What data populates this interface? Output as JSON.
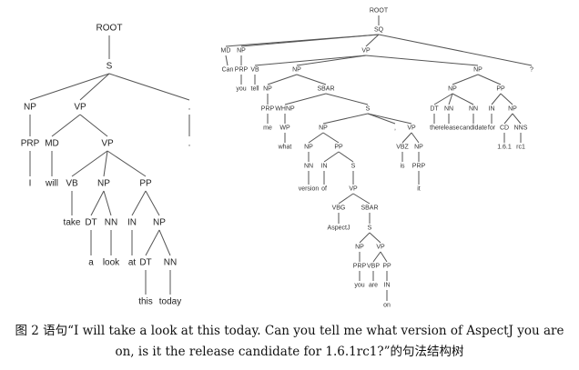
{
  "tree1": {
    "nodes": [
      {
        "id": "root",
        "label": "ROOT"
      },
      {
        "id": "s",
        "label": "S"
      },
      {
        "id": "np1",
        "label": "NP"
      },
      {
        "id": "vp1",
        "label": "VP"
      },
      {
        "id": "dot1",
        "label": "."
      },
      {
        "id": "prp1",
        "label": "PRP"
      },
      {
        "id": "md1",
        "label": "MD"
      },
      {
        "id": "vp2",
        "label": "VP"
      },
      {
        "id": "dot1w",
        "label": "."
      },
      {
        "id": "i",
        "label": "I"
      },
      {
        "id": "will",
        "label": "will"
      },
      {
        "id": "vb1",
        "label": "VB"
      },
      {
        "id": "np2",
        "label": "NP"
      },
      {
        "id": "pp1",
        "label": "PP"
      },
      {
        "id": "take",
        "label": "take"
      },
      {
        "id": "dt1",
        "label": "DT"
      },
      {
        "id": "nn1",
        "label": "NN"
      },
      {
        "id": "in1",
        "label": "IN"
      },
      {
        "id": "np3",
        "label": "NP"
      },
      {
        "id": "a",
        "label": "a"
      },
      {
        "id": "look",
        "label": "look"
      },
      {
        "id": "at",
        "label": "at"
      },
      {
        "id": "dt2",
        "label": "DT"
      },
      {
        "id": "nn2",
        "label": "NN"
      },
      {
        "id": "this",
        "label": "this"
      },
      {
        "id": "today",
        "label": "today"
      }
    ],
    "edges": [
      [
        "root",
        "s"
      ],
      [
        "s",
        "np1"
      ],
      [
        "s",
        "vp1"
      ],
      [
        "s",
        "dot1"
      ],
      [
        "np1",
        "prp1"
      ],
      [
        "vp1",
        "md1"
      ],
      [
        "vp1",
        "vp2"
      ],
      [
        "dot1",
        "dot1w"
      ],
      [
        "prp1",
        "i"
      ],
      [
        "md1",
        "will"
      ],
      [
        "vp2",
        "vb1"
      ],
      [
        "vp2",
        "np2"
      ],
      [
        "vp2",
        "pp1"
      ],
      [
        "vb1",
        "take"
      ],
      [
        "np2",
        "dt1"
      ],
      [
        "np2",
        "nn1"
      ],
      [
        "pp1",
        "in1"
      ],
      [
        "pp1",
        "np3"
      ],
      [
        "dt1",
        "a"
      ],
      [
        "nn1",
        "look"
      ],
      [
        "in1",
        "at"
      ],
      [
        "np3",
        "dt2"
      ],
      [
        "np3",
        "nn2"
      ],
      [
        "dt2",
        "this"
      ],
      [
        "nn2",
        "today"
      ]
    ]
  },
  "tree2": {
    "nodes": [
      {
        "id": "root",
        "label": "ROOT"
      },
      {
        "id": "sq",
        "label": "SQ"
      },
      {
        "id": "md",
        "label": "MD"
      },
      {
        "id": "np1",
        "label": "NP"
      },
      {
        "id": "vp1",
        "label": "VP"
      },
      {
        "id": "np_r",
        "label": "NP"
      },
      {
        "id": "q",
        "label": "?"
      },
      {
        "id": "can",
        "label": "Can"
      },
      {
        "id": "prp1",
        "label": "PRP"
      },
      {
        "id": "you1",
        "label": "you"
      },
      {
        "id": "vb",
        "label": "VB"
      },
      {
        "id": "tell",
        "label": "tell"
      },
      {
        "id": "np2",
        "label": "NP"
      },
      {
        "id": "np3",
        "label": "NP"
      },
      {
        "id": "prp2",
        "label": "PRP"
      },
      {
        "id": "me",
        "label": "me"
      },
      {
        "id": "sbar1",
        "label": "SBAR"
      },
      {
        "id": "whnp",
        "label": "WHNP"
      },
      {
        "id": "wp",
        "label": "WP"
      },
      {
        "id": "what",
        "label": "what"
      },
      {
        "id": "s1",
        "label": "S"
      },
      {
        "id": "np4",
        "label": "NP"
      },
      {
        "id": "np5",
        "label": "NP"
      },
      {
        "id": "nn1",
        "label": "NN"
      },
      {
        "id": "version",
        "label": "version"
      },
      {
        "id": "pp1",
        "label": "PP"
      },
      {
        "id": "in1",
        "label": "IN"
      },
      {
        "id": "of",
        "label": "of"
      },
      {
        "id": "s2",
        "label": "S"
      },
      {
        "id": "vp2",
        "label": "VP"
      },
      {
        "id": "vbg",
        "label": "VBG"
      },
      {
        "id": "aspectj",
        "label": "AspectJ"
      },
      {
        "id": "sbar2",
        "label": "SBAR"
      },
      {
        "id": "s3",
        "label": "S"
      },
      {
        "id": "np6",
        "label": "NP"
      },
      {
        "id": "prp3",
        "label": "PRP"
      },
      {
        "id": "you2",
        "label": "you"
      },
      {
        "id": "vp3",
        "label": "VP"
      },
      {
        "id": "vbp",
        "label": "VBP"
      },
      {
        "id": "are",
        "label": "are"
      },
      {
        "id": "pp2",
        "label": "PP"
      },
      {
        "id": "in2",
        "label": "IN"
      },
      {
        "id": "on",
        "label": "on"
      },
      {
        "id": "comma",
        "label": ","
      },
      {
        "id": "vp4",
        "label": "VP"
      },
      {
        "id": "vbz",
        "label": "VBZ"
      },
      {
        "id": "is",
        "label": "is"
      },
      {
        "id": "np7",
        "label": "NP"
      },
      {
        "id": "prp4",
        "label": "PRP"
      },
      {
        "id": "it",
        "label": "it"
      },
      {
        "id": "np8",
        "label": "NP"
      },
      {
        "id": "dt",
        "label": "DT"
      },
      {
        "id": "the",
        "label": "the"
      },
      {
        "id": "nn2",
        "label": "NN"
      },
      {
        "id": "release",
        "label": "release"
      },
      {
        "id": "nn3",
        "label": "NN"
      },
      {
        "id": "candidate",
        "label": "candidate"
      },
      {
        "id": "pp3",
        "label": "PP"
      },
      {
        "id": "in3",
        "label": "IN"
      },
      {
        "id": "for",
        "label": "for"
      },
      {
        "id": "np9",
        "label": "NP"
      },
      {
        "id": "cd",
        "label": "CD"
      },
      {
        "id": "v161",
        "label": "1.6.1"
      },
      {
        "id": "nns",
        "label": "NNS"
      },
      {
        "id": "rc1",
        "label": "rc1"
      }
    ],
    "edges": [
      [
        "root",
        "sq"
      ],
      [
        "sq",
        "md"
      ],
      [
        "sq",
        "np1"
      ],
      [
        "sq",
        "vp1"
      ],
      [
        "sq",
        "q"
      ],
      [
        "md",
        "can"
      ],
      [
        "np1",
        "prp1"
      ],
      [
        "prp1",
        "you1"
      ],
      [
        "vp1",
        "vb"
      ],
      [
        "vb",
        "tell"
      ],
      [
        "vp1",
        "np2"
      ],
      [
        "vp1",
        "np_r"
      ],
      [
        "np2",
        "np3"
      ],
      [
        "np3",
        "prp2"
      ],
      [
        "prp2",
        "me"
      ],
      [
        "np2",
        "sbar1"
      ],
      [
        "sbar1",
        "whnp"
      ],
      [
        "whnp",
        "wp"
      ],
      [
        "wp",
        "what"
      ],
      [
        "sbar1",
        "s1"
      ],
      [
        "s1",
        "np4"
      ],
      [
        "np4",
        "np5"
      ],
      [
        "np5",
        "nn1"
      ],
      [
        "nn1",
        "version"
      ],
      [
        "np4",
        "pp1"
      ],
      [
        "pp1",
        "in1"
      ],
      [
        "in1",
        "of"
      ],
      [
        "pp1",
        "s2"
      ],
      [
        "s2",
        "vp2"
      ],
      [
        "vp2",
        "vbg"
      ],
      [
        "vbg",
        "aspectj"
      ],
      [
        "vp2",
        "sbar2"
      ],
      [
        "sbar2",
        "s3"
      ],
      [
        "s3",
        "np6"
      ],
      [
        "np6",
        "prp3"
      ],
      [
        "prp3",
        "you2"
      ],
      [
        "s3",
        "vp3"
      ],
      [
        "vp3",
        "vbp"
      ],
      [
        "vbp",
        "are"
      ],
      [
        "vp3",
        "pp2"
      ],
      [
        "pp2",
        "in2"
      ],
      [
        "in2",
        "on"
      ],
      [
        "s1",
        "comma"
      ],
      [
        "s1",
        "vp4"
      ],
      [
        "vp4",
        "vbz"
      ],
      [
        "vbz",
        "is"
      ],
      [
        "vp4",
        "np7"
      ],
      [
        "np7",
        "prp4"
      ],
      [
        "prp4",
        "it"
      ],
      [
        "np_r",
        "np8"
      ],
      [
        "np8",
        "dt"
      ],
      [
        "dt",
        "the"
      ],
      [
        "np8",
        "nn2"
      ],
      [
        "nn2",
        "release"
      ],
      [
        "np8",
        "nn3"
      ],
      [
        "nn3",
        "candidate"
      ],
      [
        "np_r",
        "pp3"
      ],
      [
        "pp3",
        "in3"
      ],
      [
        "in3",
        "for"
      ],
      [
        "pp3",
        "np9"
      ],
      [
        "np9",
        "cd"
      ],
      [
        "cd",
        "v161"
      ],
      [
        "np9",
        "nns"
      ],
      [
        "nns",
        "rc1"
      ]
    ]
  },
  "caption": {
    "line1": "图 2 语句“I will take a look at this today. Can you tell me what version of AspectJ you are",
    "line2": "on, is it the release candidate for 1.6.1rc1?”的句法结构树"
  }
}
